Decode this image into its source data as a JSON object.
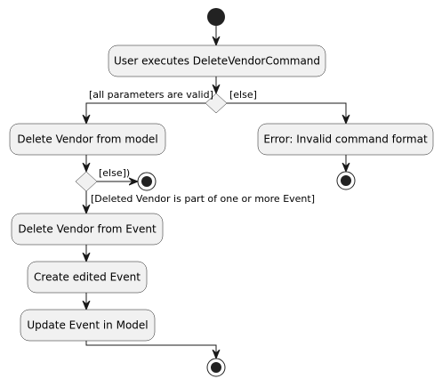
{
  "diagram": {
    "type": "uml-activity",
    "activities": {
      "execute": "User executes DeleteVendorCommand",
      "delete_model": "Delete Vendor from model",
      "error": "Error: Invalid command format",
      "delete_event": "Delete Vendor from Event",
      "create_event": "Create edited Event",
      "update_event": "Update Event in Model"
    },
    "guards": {
      "params_valid": "[all parameters are valid]",
      "params_else": "[else]",
      "vendor_else": "[else])",
      "vendor_in_event": "[Deleted Vendor is part of one or more Event]"
    }
  }
}
